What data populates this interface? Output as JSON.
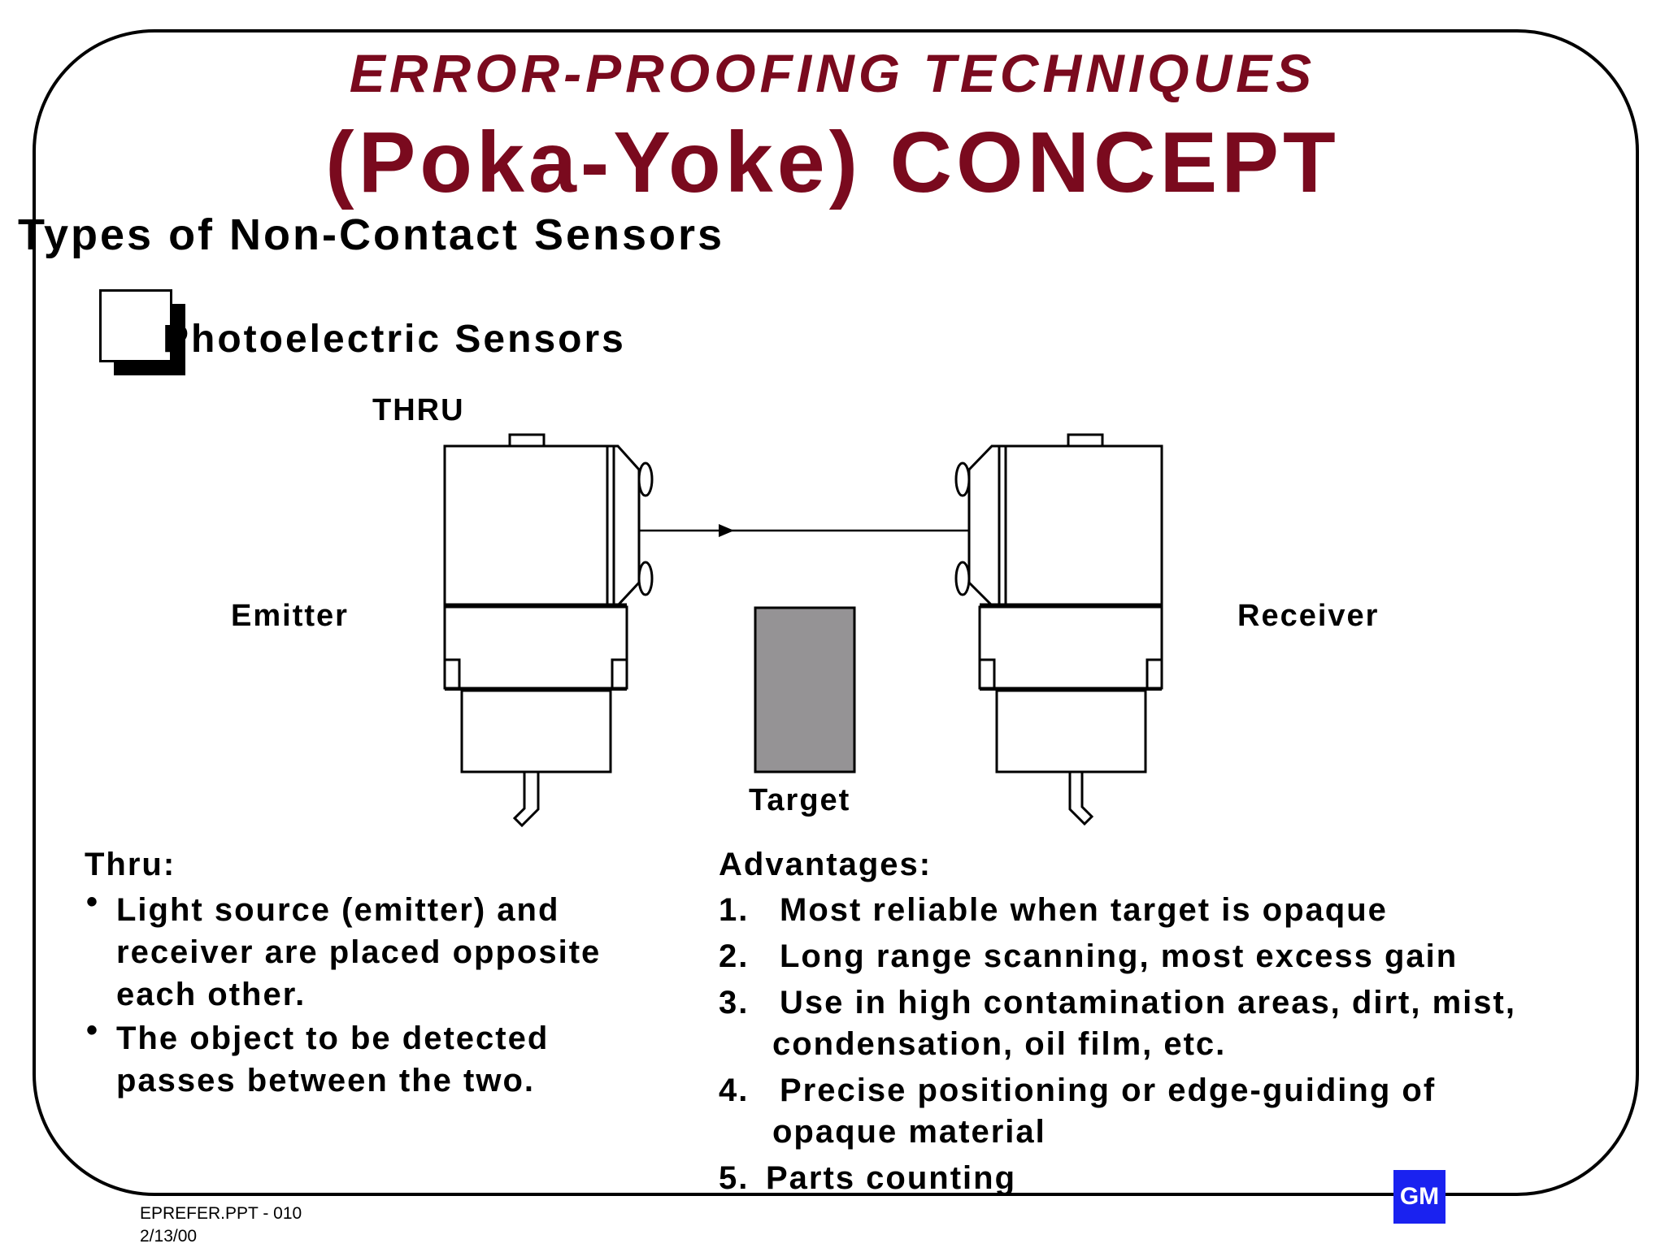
{
  "title": {
    "line1": "ERROR-PROOFING TECHNIQUES",
    "line2": "(Poka-Yoke) CONCEPT"
  },
  "subtitle": "Types of Non-Contact Sensors",
  "section_heading": "Photoelectric Sensors",
  "diagram": {
    "mode_label": "THRU",
    "emitter_label": "Emitter",
    "receiver_label": "Receiver",
    "target_label": "Target",
    "colors": {
      "target_fill": "#959395",
      "outline": "#000000"
    }
  },
  "thru": {
    "heading": "Thru:",
    "bullets": [
      {
        "lines": [
          "Light source (emitter) and",
          "receiver are placed opposite",
          "each other."
        ]
      },
      {
        "lines": [
          "The object to be detected",
          "passes between the two."
        ]
      }
    ]
  },
  "advantages": {
    "heading": "Advantages:",
    "items": [
      {
        "num": "1.",
        "lines": [
          "Most reliable when target is opaque"
        ]
      },
      {
        "num": "2.",
        "lines": [
          "Long range scanning, most excess gain"
        ]
      },
      {
        "num": "3.",
        "lines": [
          "Use in high contamination areas, dirt, mist,",
          "condensation, oil film, etc."
        ]
      },
      {
        "num": "4.",
        "lines": [
          "Precise positioning or edge-guiding of",
          "opaque material"
        ]
      },
      {
        "num": "5.",
        "lines": [
          "Parts counting"
        ]
      }
    ]
  },
  "footer": {
    "file": "EPREFER.PPT - 010",
    "date": "2/13/00",
    "logo_text": "GM",
    "logo_color": "#1a22f0"
  },
  "colors": {
    "title": "#7a0a1e"
  }
}
